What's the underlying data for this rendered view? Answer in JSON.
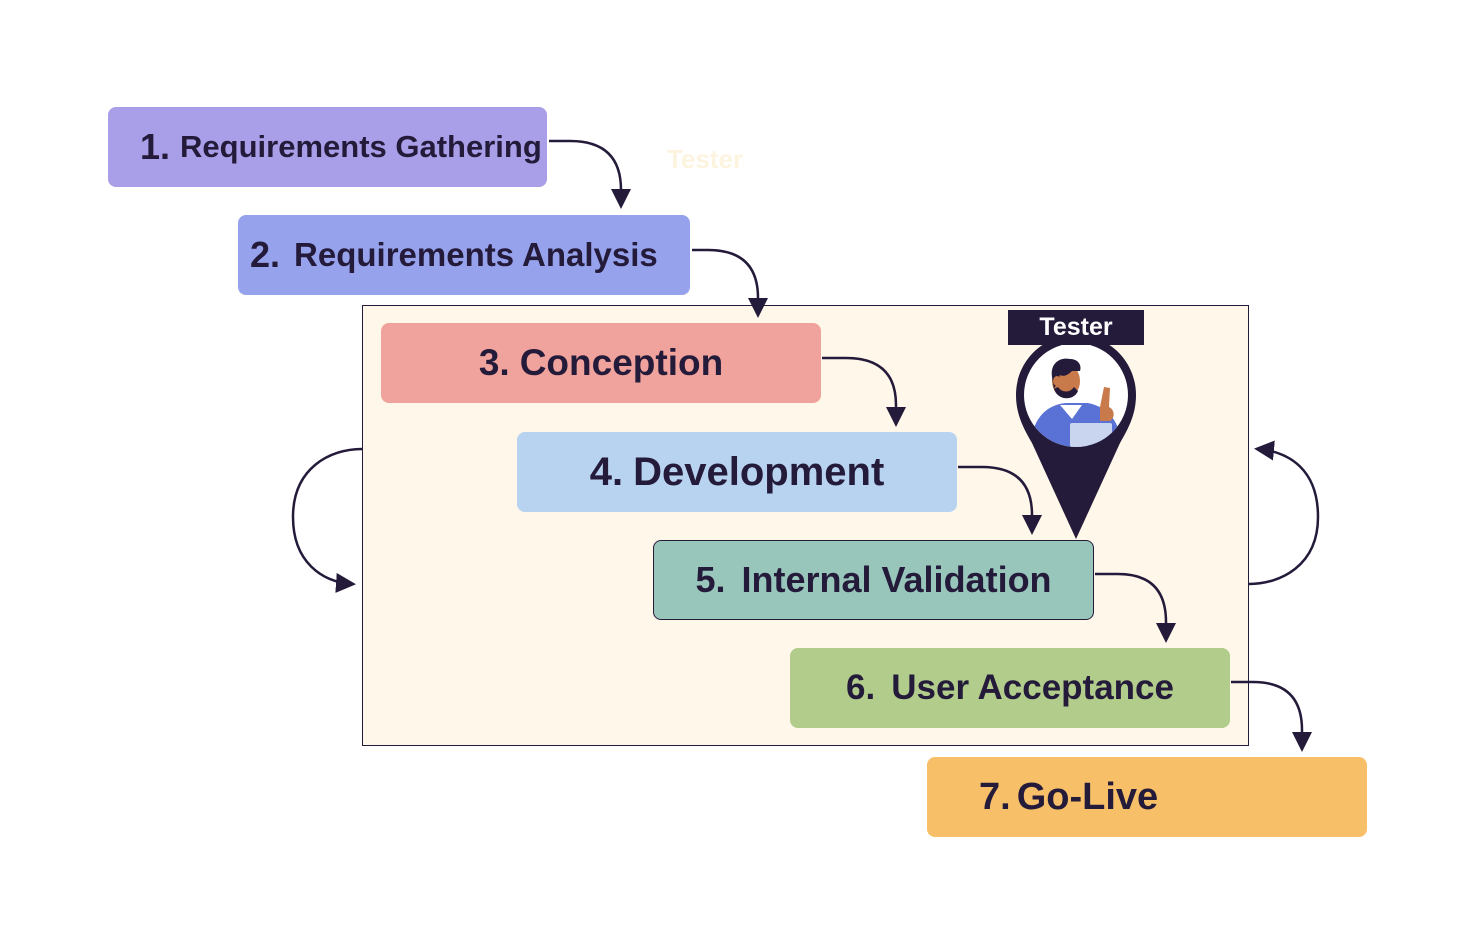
{
  "diagram": {
    "steps": [
      {
        "id": "step1",
        "number": "1.",
        "label": "Requirements Gathering",
        "color": "#a99fe8"
      },
      {
        "id": "step2",
        "number": "2.",
        "label": "Requirements Analysis",
        "color": "#96a2ec"
      },
      {
        "id": "step3",
        "number": "3.",
        "label": "Conception",
        "color": "#f0a29c"
      },
      {
        "id": "step4",
        "number": "4.",
        "label": "Development",
        "color": "#b8d3f0"
      },
      {
        "id": "step5",
        "number": "5.",
        "label": "Internal Validation",
        "color": "#98c6bb"
      },
      {
        "id": "step6",
        "number": "6.",
        "label": "User Acceptance",
        "color": "#b2cd8b"
      },
      {
        "id": "step7",
        "number": "7.",
        "label": "Go-Live",
        "color": "#f7c068"
      }
    ],
    "tester_label": "Tester",
    "ghost_label": "Tester",
    "frame_color": "#fef7ea",
    "line_color": "#241a3a",
    "icons": [
      "location-pin-icon",
      "tester-avatar-icon",
      "loop-arrow-icon"
    ]
  }
}
